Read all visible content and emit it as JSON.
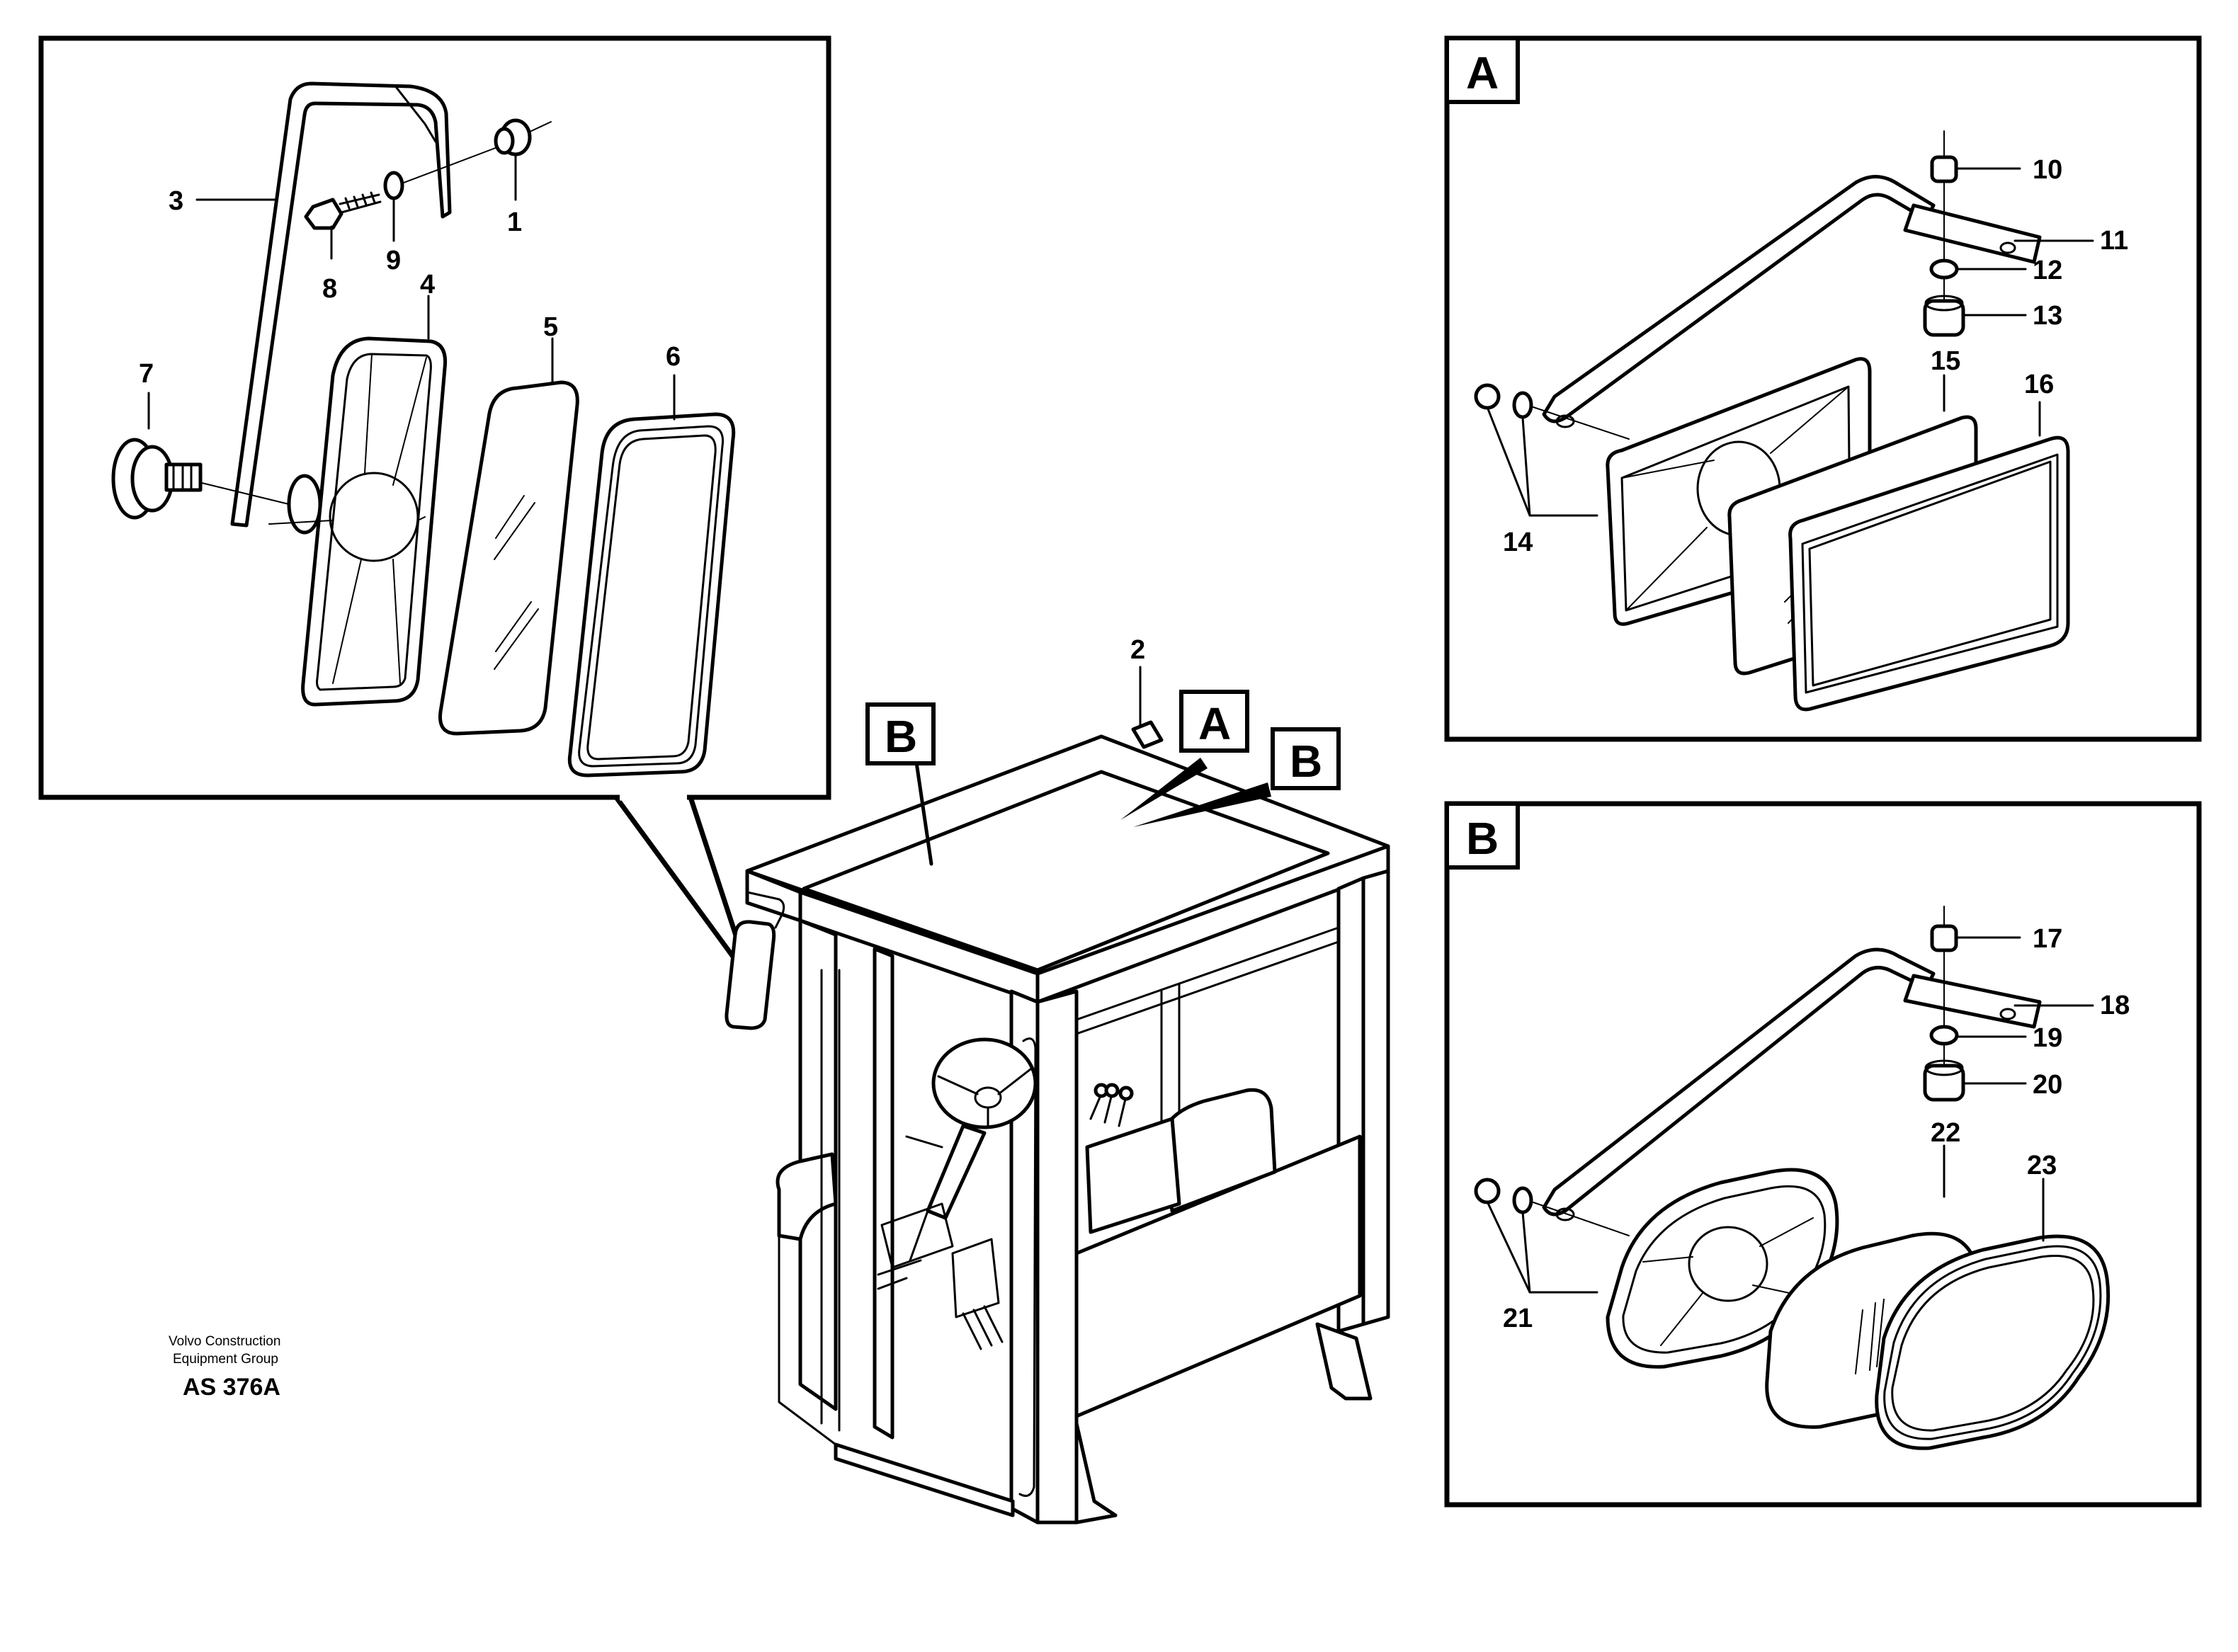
{
  "callouts": {
    "c1": "1",
    "c2": "2",
    "c3": "3",
    "c4": "4",
    "c5": "5",
    "c6": "6",
    "c7": "7",
    "c8": "8",
    "c9": "9",
    "c10": "10",
    "c11": "11",
    "c12": "12",
    "c13": "13",
    "c14": "14",
    "c15": "15",
    "c16": "16",
    "c17": "17",
    "c18": "18",
    "c19": "19",
    "c20": "20",
    "c21": "21",
    "c22": "22",
    "c23": "23"
  },
  "detail_labels": {
    "a_panel": "A",
    "b_panel": "B",
    "a_cab": "A",
    "b_cab_left": "B",
    "b_cab_right": "B"
  },
  "footer": {
    "company_line1": "Volvo Construction",
    "company_line2": "Equipment Group",
    "drawing_code": "AS 376A"
  }
}
